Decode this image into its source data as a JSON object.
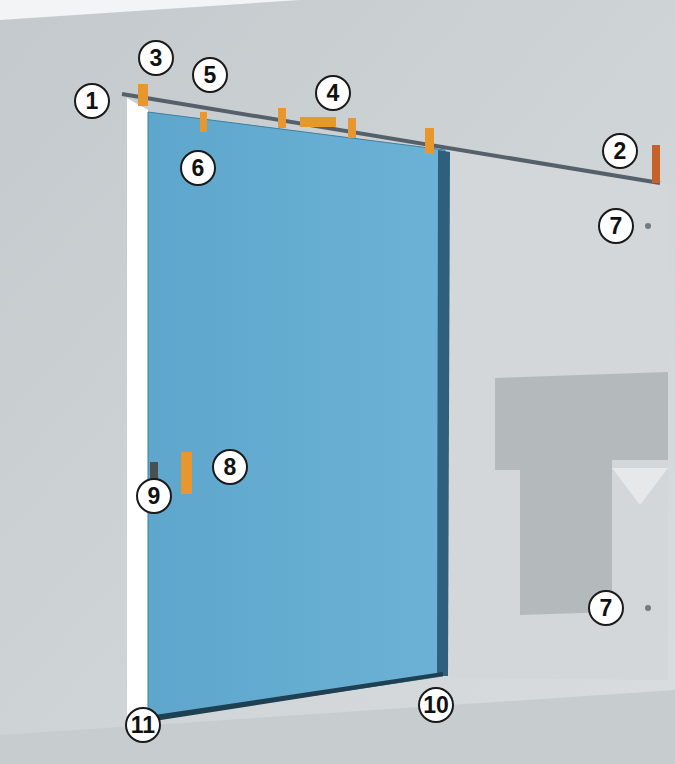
{
  "diagram": {
    "labels": [
      "3",
      "5",
      "4",
      "1",
      "6",
      "2",
      "7",
      "8",
      "9",
      "7",
      "10",
      "11"
    ]
  }
}
